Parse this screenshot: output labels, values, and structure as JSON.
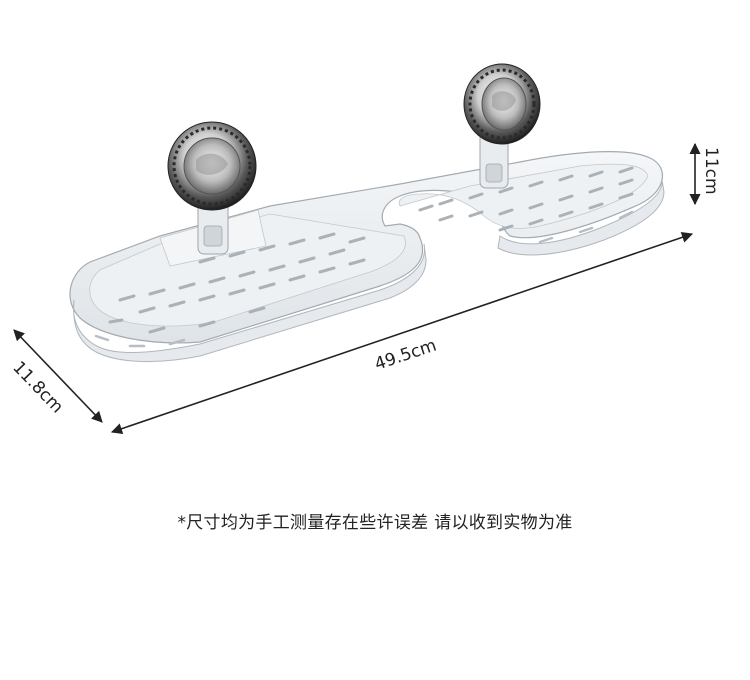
{
  "dimensions": {
    "length": "49.5cm",
    "depth": "11.8cm",
    "height": "11cm"
  },
  "note": "*尺寸均为手工测量存在些许误差 请以收到实物为准",
  "colors": {
    "plastic": "#e4e8ec",
    "plastic_edge": "#9aa2a8",
    "chrome_dark": "#3a3a3a",
    "chrome_light": "#f2f2f2",
    "ink": "#222222"
  },
  "icons": {
    "suction_cup": "suction-cup-icon"
  }
}
